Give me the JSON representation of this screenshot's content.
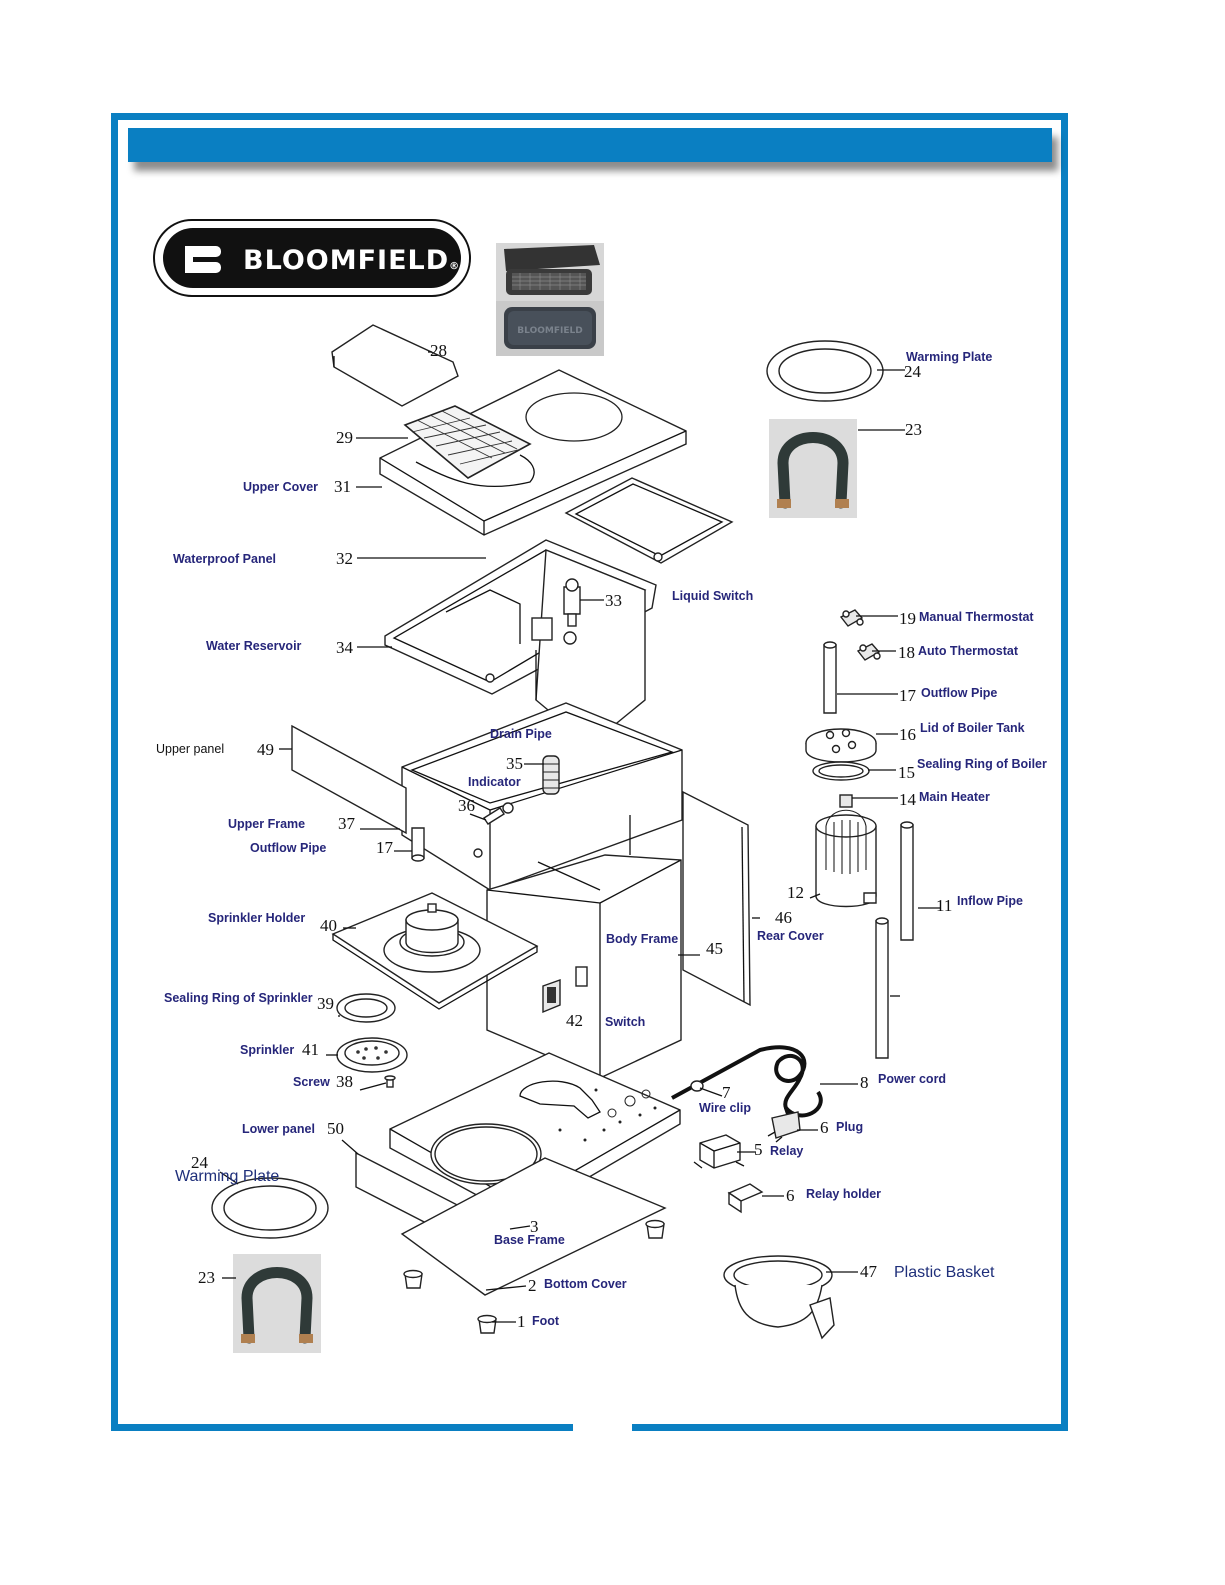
{
  "brand": {
    "name": "BLOOMFIELD",
    "registered": "®"
  },
  "photo_lid_text": "BLOOMFIELD",
  "labels": {
    "warming_plate_top": "Warming Plate",
    "upper_cover": "Upper Cover",
    "waterproof_panel": "Waterproof Panel",
    "liquid_switch": "Liquid Switch",
    "water_reservoir": "Water Reservoir",
    "manual_thermostat": "Manual Thermostat",
    "auto_thermostat": "Auto Thermostat",
    "outflow_pipe_right": "Outflow Pipe",
    "lid_boiler_tank": "Lid of Boiler Tank",
    "sealing_ring_boiler": "Sealing Ring of Boiler",
    "main_heater": "Main Heater",
    "drain_pipe": "Drain Pipe",
    "upper_panel": "Upper panel",
    "indicator": "Indicator",
    "upper_frame": "Upper Frame",
    "outflow_pipe_left": "Outflow Pipe",
    "inflow_pipe": "Inflow Pipe",
    "sprinkler_holder": "Sprinkler Holder",
    "body_frame": "Body Frame",
    "rear_cover": "Rear Cover",
    "sealing_ring_sprinkler": "Sealing Ring of Sprinkler",
    "switch": "Switch",
    "sprinkler": "Sprinkler",
    "power_cord": "Power cord",
    "screw": "Screw",
    "wire_clip": "Wire clip",
    "plug": "Plug",
    "lower_panel": "Lower panel",
    "relay": "Relay",
    "warming_plate_bottom": "Warming Plate",
    "relay_holder": "Relay holder",
    "base_frame": "Base Frame",
    "plastic_basket": "Plastic Basket",
    "bottom_cover": "Bottom Cover",
    "foot": "Foot"
  },
  "numbers": {
    "n28": "28",
    "n24a": "24",
    "n23a": "23",
    "n29": "29",
    "n31": "31",
    "n32": "32",
    "n33": "33",
    "n34": "34",
    "n19": "19",
    "n18": "18",
    "n17a": "17",
    "n16": "16",
    "n15": "15",
    "n14": "14",
    "n35": "35",
    "n49": "49",
    "n36": "36",
    "n37": "37",
    "n17b": "17",
    "n12": "12",
    "n11": "11",
    "n46": "46",
    "n40": "40",
    "n45": "45",
    "n39": "39",
    "n42": "42",
    "n41": "41",
    "n38": "38",
    "n8": "8",
    "n7": "7",
    "n6a": "6",
    "n5": "5",
    "n50": "50",
    "n24b": "24",
    "n6b": "6",
    "n3": "3",
    "n23b": "23",
    "n47": "47",
    "n2": "2",
    "n1": "1"
  },
  "colors": {
    "frame_blue": "#0a7fc2",
    "label_blue": "#26267a"
  }
}
